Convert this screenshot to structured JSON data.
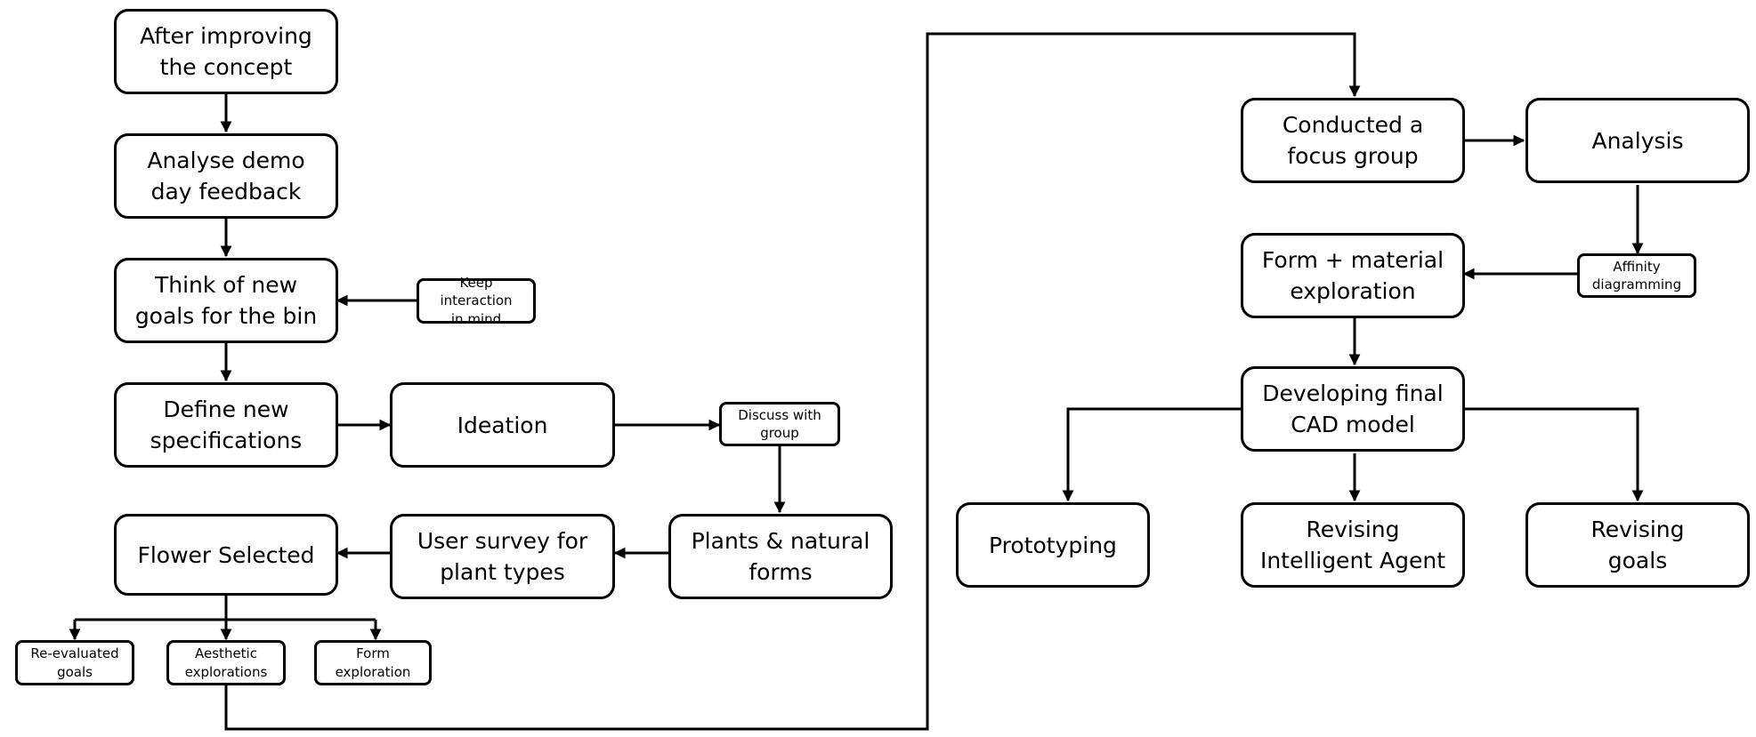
{
  "diagram": {
    "nodes": {
      "after_improving": "After improving\nthe concept",
      "analyse_demo": "Analyse demo\nday feedback",
      "think_goals": "Think of new\ngoals for the bin",
      "keep_interaction": "Keep interaction\nin mind",
      "define_specs": "Define new\nspecifications",
      "ideation": "Ideation",
      "discuss_group": "Discuss with\ngroup",
      "plants_forms": "Plants & natural\nforms",
      "user_survey": "User survey for\nplant types",
      "flower_selected": "Flower Selected",
      "re_evaluated": "Re-evaluated\ngoals",
      "aesthetic": "Aesthetic\nexplorations",
      "form_exploration": "Form\nexploration",
      "focus_group": "Conducted a\nfocus group",
      "analysis": "Analysis",
      "affinity": "Affinity\ndiagramming",
      "form_material": "Form + material\nexploration",
      "developing_cad": "Developing final\nCAD model",
      "prototyping": "Prototyping",
      "revising_agent": "Revising\nIntelligent Agent",
      "revising_goals": "Revising\ngoals"
    }
  }
}
